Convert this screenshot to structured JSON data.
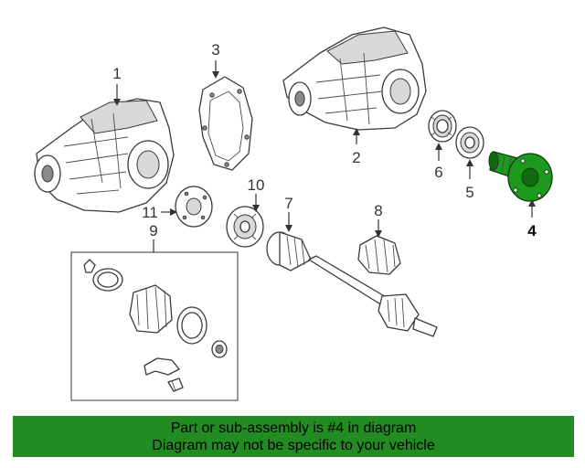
{
  "callouts": {
    "c1": "1",
    "c2": "2",
    "c3": "3",
    "c4": "4",
    "c5": "5",
    "c6": "6",
    "c7": "7",
    "c8": "8",
    "c9": "9",
    "c10": "10",
    "c11": "11"
  },
  "banner": {
    "line1": "Part or sub-assembly is #4 in diagram",
    "line2": "Diagram may not be specific to your vehicle"
  },
  "colors": {
    "banner_bg": "#228b22",
    "highlight_part": "#1d9a1d"
  },
  "highlighted_part": "4"
}
